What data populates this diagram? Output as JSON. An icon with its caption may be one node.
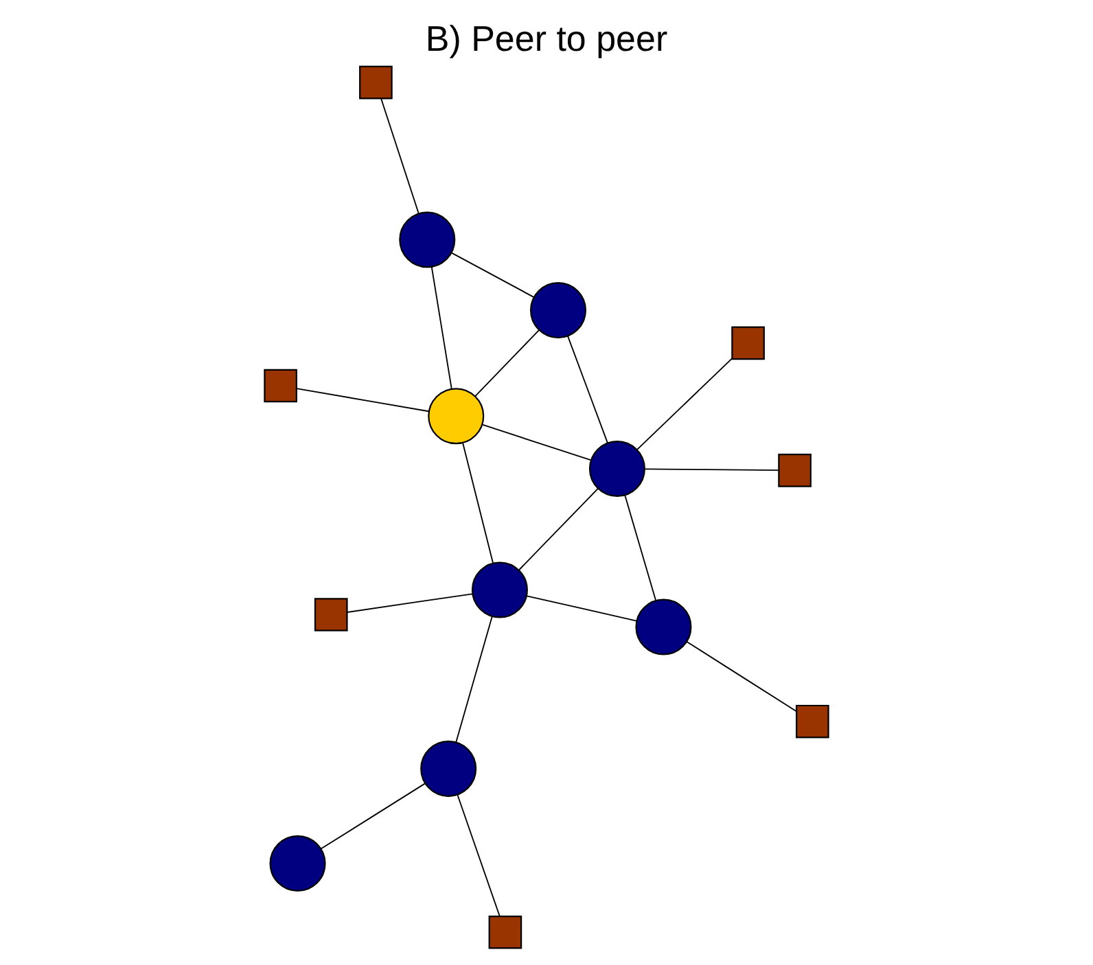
{
  "diagram": {
    "title": "B) Peer to peer",
    "nodes": [
      {
        "text": [],
        "shape": "box"
      },
      {
        "text": [],
        "shape": "circle"
      },
      {
        "text": [],
        "shape": "box"
      },
      {
        "text": [],
        "shape": "circle"
      },
      {
        "text": [],
        "shape": "circle"
      },
      {
        "text": [],
        "shape": "box"
      },
      {
        "text": [],
        "shape": "box"
      },
      {
        "text": [],
        "shape": "box"
      },
      {
        "text": [],
        "shape": "circle"
      },
      {
        "text": [],
        "shape": "circle"
      },
      {
        "text": [],
        "shape": "circle"
      },
      {
        "text": [],
        "shape": "circle"
      },
      {
        "text": [],
        "shape": "box"
      },
      {
        "text": [],
        "shape": "circle"
      },
      {
        "text": [],
        "shape": "box"
      }
    ],
    "edges": [
      {
        "from": 0,
        "to": 1,
        "arrow": "none"
      },
      {
        "from": 1,
        "to": 3,
        "arrow": "none"
      },
      {
        "from": 1,
        "to": 4,
        "arrow": "none"
      },
      {
        "from": 3,
        "to": 4,
        "arrow": "none"
      },
      {
        "from": 2,
        "to": 4,
        "arrow": "none"
      },
      {
        "from": 3,
        "to": 8,
        "arrow": "none"
      },
      {
        "from": 4,
        "to": 8,
        "arrow": "none"
      },
      {
        "from": 4,
        "to": 9,
        "arrow": "none"
      },
      {
        "from": 8,
        "to": 9,
        "arrow": "none"
      },
      {
        "from": 5,
        "to": 9,
        "arrow": "none"
      },
      {
        "from": 7,
        "to": 8,
        "arrow": "none"
      },
      {
        "from": 9,
        "to": 10,
        "arrow": "none"
      },
      {
        "from": 6,
        "to": 10,
        "arrow": "none"
      },
      {
        "from": 10,
        "to": 11,
        "arrow": "none"
      },
      {
        "from": 8,
        "to": 12,
        "arrow": "none"
      },
      {
        "from": 8,
        "to": 13,
        "arrow": "none"
      },
      {
        "from": 9,
        "to": 13,
        "arrow": "none"
      },
      {
        "from": 13,
        "to": 14,
        "arrow": "none"
      }
    ]
  }
}
